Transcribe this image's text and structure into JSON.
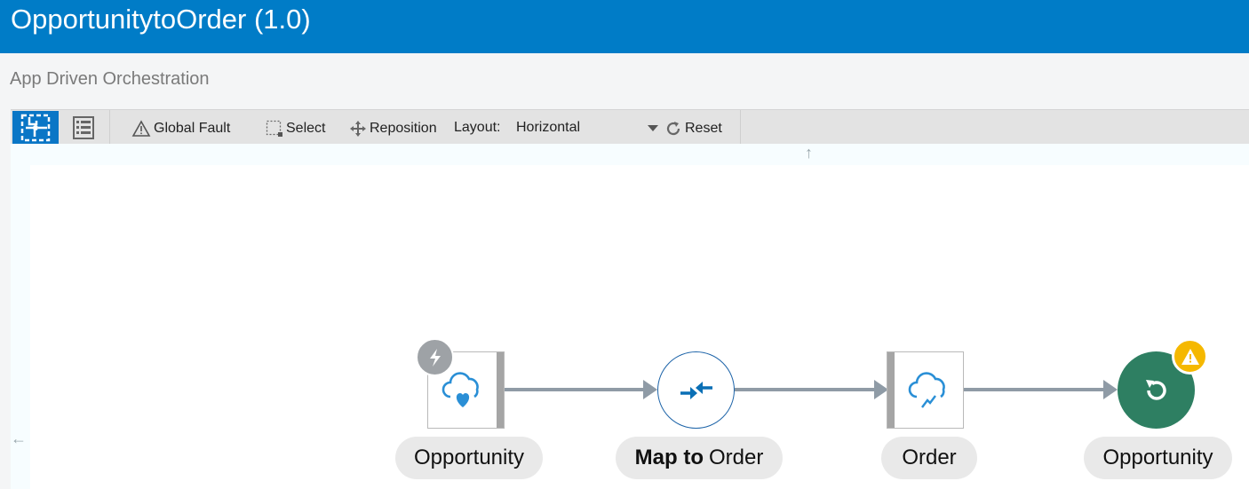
{
  "header": {
    "title": "OpportunitytoOrder (1.0)"
  },
  "subheader": {
    "label": "App Driven Orchestration"
  },
  "toolbar": {
    "canvas_view_icon": "puzzle-icon",
    "list_view_icon": "list-icon",
    "global_fault": "Global Fault",
    "select": "Select",
    "reposition": "Reposition",
    "layout_label": "Layout:",
    "layout_value": "Horizontal",
    "reset": "Reset"
  },
  "canvas": {
    "scroll_up": "↑",
    "scroll_left": "←",
    "nodes": [
      {
        "label": "Opportunity",
        "icon": "cloud-heart-icon",
        "badge": "lightning-icon"
      },
      {
        "label_bold": "Map to",
        "label_rest": "Order",
        "icon": "map-arrows-icon"
      },
      {
        "label": "Order",
        "icon": "cloud-lightning-icon"
      },
      {
        "label": "Opportunity",
        "icon": "return-icon",
        "badge": "warning-icon"
      }
    ]
  },
  "colors": {
    "brand": "#007cc7",
    "connector": "#8f9ba6",
    "return_node": "#2e7f62",
    "warning": "#f5b800",
    "map_icon": "#0a6fb5"
  }
}
